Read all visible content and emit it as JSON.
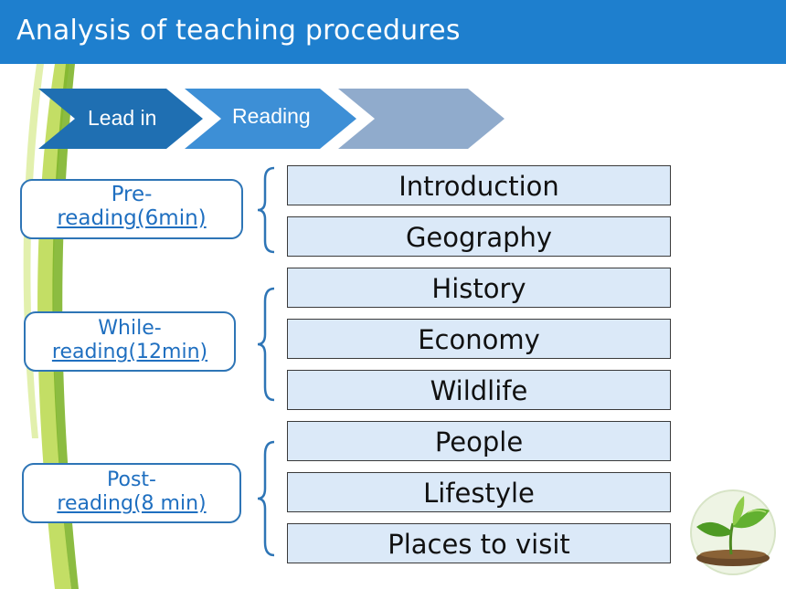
{
  "header": {
    "title": "Analysis of teaching  procedures"
  },
  "chevrons": [
    {
      "label": "Lead in"
    },
    {
      "label": "Reading"
    },
    {
      "label": ""
    }
  ],
  "stages": [
    {
      "line1": "Pre-",
      "line2": "reading(6min)"
    },
    {
      "line1": "While-",
      "line2": "reading(12min)"
    },
    {
      "line1": "Post-",
      "line2": "reading(8 min)"
    }
  ],
  "topics": [
    "Introduction",
    "Geography",
    "History",
    "Economy",
    "Wildlife",
    "People",
    "Lifestyle",
    "Places to visit"
  ],
  "colors": {
    "header": "#1e7fce",
    "chevron1": "#1f6fb2",
    "chevron2": "#3d8fd6",
    "chevron3": "#90abcc",
    "topic_fill": "#dbe9f8",
    "stage_border": "#2e75b6",
    "stage_text": "#1f6fc0"
  },
  "icons": {
    "decoration": "plant-globe-icon"
  }
}
